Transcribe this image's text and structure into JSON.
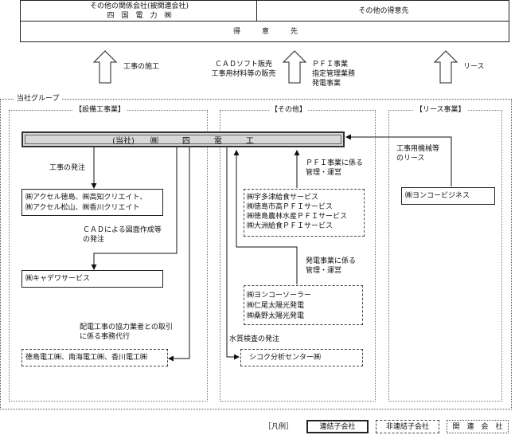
{
  "top": {
    "related_company_line1": "その他の関係会社(被関連会社)",
    "related_company_line2": "四　国　電　力　㈱",
    "other_clients": "その他の得意先",
    "clients": "得　　　意　　　先"
  },
  "arrows_up": {
    "construction": "工事の施工",
    "cad_line1": "ＣＡＤソフト販売",
    "cad_line2": "工事用材料等の販売",
    "pfi_line1": "ＰＦＩ事業",
    "pfi_line2": "指定管理業務",
    "pfi_line3": "発電事業",
    "lease": "リース"
  },
  "group": {
    "title": "当社グループ",
    "section_equipment": "【設備工事業】",
    "section_other": "【その他】",
    "section_lease": "【リース事業】",
    "main_company": "(当社)　　㈱　　　四　　　電　　　工"
  },
  "equipment": {
    "order_label": "工事の発注",
    "sub1_line1": "㈱アクセル徳島、㈱高知クリエイト、",
    "sub1_line2": "㈱アクセル松山、㈱香川クリエイト",
    "cad_order_line1": "ＣＡＤによる図面作成等",
    "cad_order_line2": "の発注",
    "sub2": "㈱キャデワサービス",
    "agency_line1": "配電工事の協力業者との取引",
    "agency_line2": "に係る事務代行",
    "sub3": "徳島電工㈱、南海電工㈱、香川電工㈱"
  },
  "other": {
    "pfi_label_line1": "ＰＦＩ事業に係る",
    "pfi_label_line2": "管理・運営",
    "pfi_companies": [
      "㈱宇多津給食サービス",
      "㈱徳島市高ＰＦＩサービス",
      "㈱徳島農林水産ＰＦＩサービス",
      "㈱大洲給食ＰＦＩサービス"
    ],
    "power_label_line1": "発電事業に係る",
    "power_label_line2": "管理・運営",
    "power_companies": [
      "㈱ヨンコーソーラー",
      "㈱仁尾太陽光発電",
      "㈱桑野太陽光発電"
    ],
    "water_label": "水質検査の発注",
    "analysis_company": "シコク分析センター㈱"
  },
  "lease": {
    "label_line1": "工事用機械等",
    "label_line2": "のリース",
    "company": "㈱ヨンコービジネス"
  },
  "legend": {
    "title": "［凡例］",
    "consolidated": "連結子会社",
    "non_consolidated": "非連結子会社",
    "affiliate": "関　連　会　社"
  }
}
